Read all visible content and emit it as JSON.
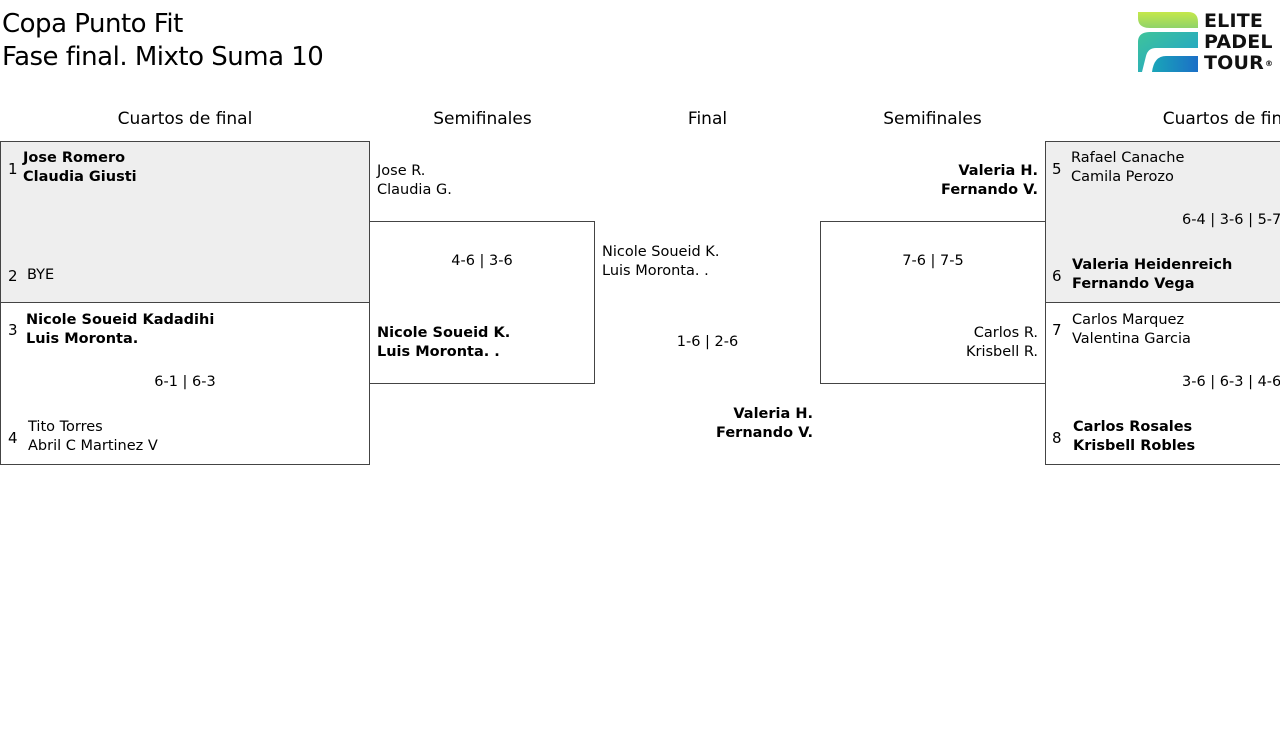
{
  "page": {
    "title_line1": "Copa Punto Fit",
    "title_line2": "Fase final. Mixto Suma 10"
  },
  "logo": {
    "line1": "ELITE",
    "line2": "PADEL",
    "line3": "TOUR",
    "mark": "®"
  },
  "headers": {
    "qf_left": "Cuartos de final",
    "sf_left": "Semifinales",
    "final": "Final",
    "sf_right": "Semifinales",
    "qf_right": "Cuartos de fin"
  },
  "left_qf": {
    "m1": {
      "seed_a": "1",
      "a1": "Jose Romero",
      "a2": "Claudia Giusti",
      "seed_b": "2",
      "b1": "BYE"
    },
    "m2": {
      "seed_a": "3",
      "a1": "Nicole Soueid Kadadihi",
      "a2": "Luis Moronta.",
      "score": "6-1 | 6-3",
      "seed_b": "4",
      "b1": "Tito Torres",
      "b2": "Abril C Martinez V"
    }
  },
  "left_sf": {
    "a1": "Jose R.",
    "a2": "Claudia G.",
    "score": "4-6 | 3-6",
    "b1": "Nicole Soueid K.",
    "b2": "Luis Moronta. ."
  },
  "final": {
    "a1": "Nicole Soueid K.",
    "a2": "Luis Moronta. .",
    "score": "1-6 | 2-6",
    "b1": "Valeria H.",
    "b2": "Fernando V."
  },
  "right_sf": {
    "a1": "Valeria H.",
    "a2": "Fernando V.",
    "score": "7-6 | 7-5",
    "b1": "Carlos R.",
    "b2": "Krisbell R."
  },
  "right_qf": {
    "m1": {
      "seed_a": "5",
      "a1": "Rafael Canache",
      "a2": "Camila Perozo",
      "score": "6-4 | 3-6 | 5-7",
      "seed_b": "6",
      "b1": "Valeria Heidenreich",
      "b2": "Fernando Vega"
    },
    "m2": {
      "seed_a": "7",
      "a1": "Carlos Marquez",
      "a2": "Valentina Garcia",
      "score": "3-6 | 6-3 | 4-6",
      "seed_b": "8",
      "b1": "Carlos Rosales",
      "b2": "Krisbell Robles"
    }
  }
}
